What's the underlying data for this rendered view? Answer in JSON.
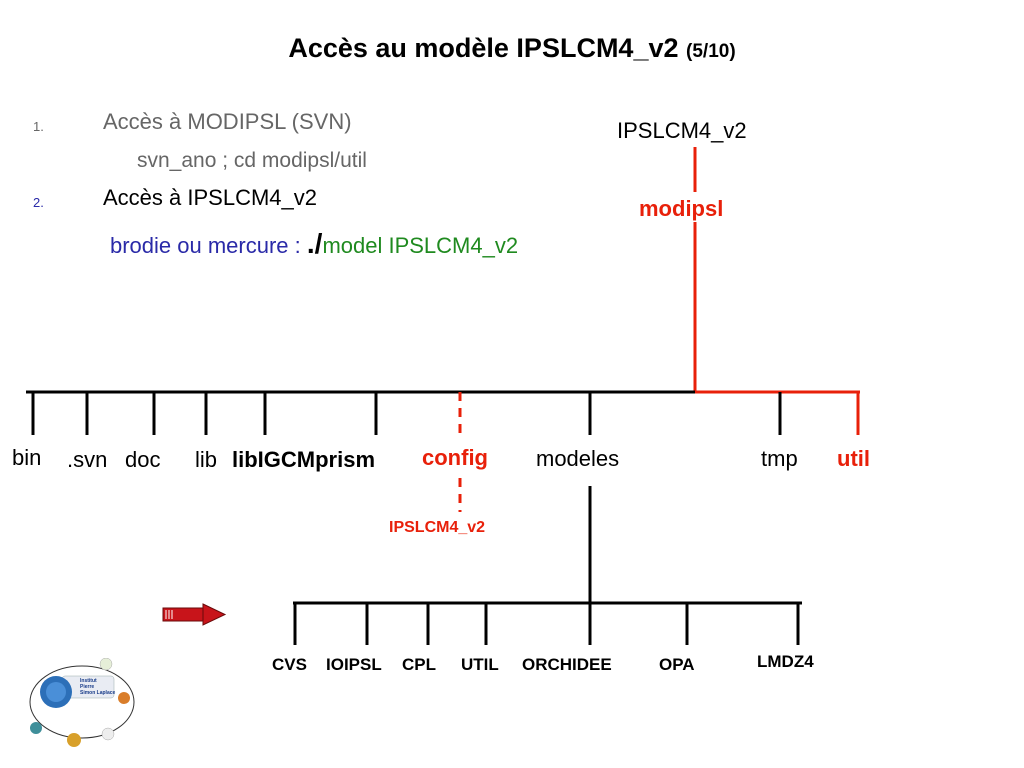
{
  "title": {
    "main": "Accès au modèle IPSLCM4_v2",
    "suffix": "(5/10)"
  },
  "steps": [
    {
      "number": "1.",
      "label": "Accès à MODIPSL (SVN)",
      "detail": "svn_ano ; cd modipsl/util"
    },
    {
      "number": "2.",
      "label": "Accès à IPSLCM4_v2",
      "command": {
        "prefix": "brodie ou mercure : ",
        "dot": "./",
        "rest": "model IPSLCM4_v2"
      }
    }
  ],
  "tree": {
    "root": "IPSLCM4_v2",
    "modipsl": "modipsl",
    "dirs": [
      "bin",
      ".svn",
      "doc",
      "lib",
      "libIGCM",
      "prism",
      "config",
      "modeles",
      "tmp",
      "util"
    ],
    "config_child": "IPSLCM4_v2",
    "models": [
      "CVS",
      "IOIPSL",
      "CPL",
      "UTIL",
      "ORCHIDEE",
      "OPA",
      "LMDZ4"
    ]
  },
  "colors": {
    "highlight": "#e8200a",
    "blue": "#2a2aa8",
    "green": "#1f8a1f",
    "grey": "#666666"
  },
  "icons": {
    "arrow": "arrow-right-icon",
    "logo": "institut-logo"
  },
  "logo_text": "Institut Pierre Simon Laplace"
}
